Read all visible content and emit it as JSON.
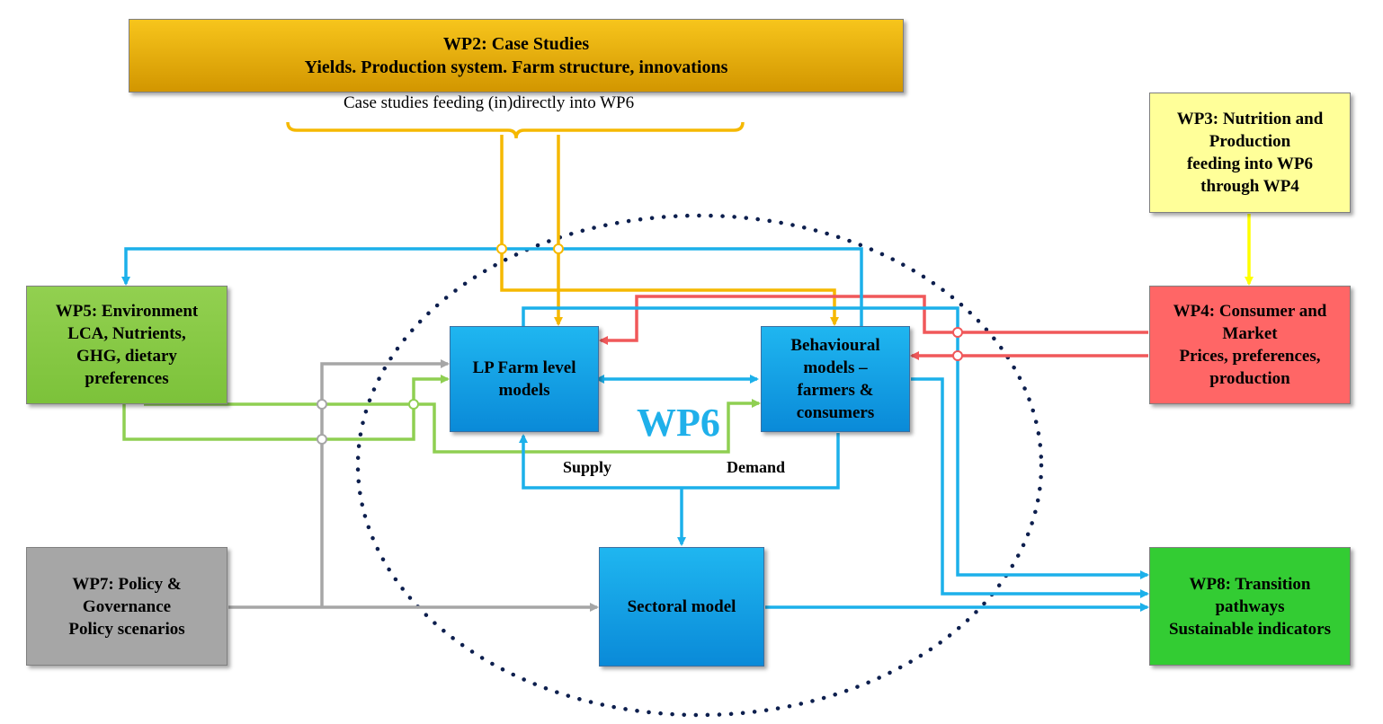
{
  "boxes": {
    "wp2": [
      "WP2: Case Studies",
      "Yields. Production system. Farm structure, innovations"
    ],
    "wp3": [
      "WP3: Nutrition and",
      "Production",
      "feeding into WP6",
      "through WP4"
    ],
    "wp4": [
      "WP4: Consumer and",
      "Market",
      "Prices, preferences,",
      "production"
    ],
    "wp5": [
      "WP5: Environment",
      "LCA, Nutrients,",
      "GHG, dietary",
      "preferences"
    ],
    "wp7": [
      "WP7: Policy &",
      "Governance",
      "Policy scenarios"
    ],
    "wp8": [
      "WP8: Transition",
      "pathways",
      "Sustainable indicators"
    ],
    "lp": [
      "LP Farm level",
      "models"
    ],
    "behavioural": [
      "Behavioural",
      "models –",
      "farmers &",
      "consumers"
    ],
    "sectoral": [
      "Sectoral model"
    ]
  },
  "labels": {
    "caption": "Case studies feeding (in)directly into WP6",
    "wp6": "WP6",
    "supply": "Supply",
    "demand": "Demand"
  },
  "colors": {
    "blue": "#1cb0ea",
    "orange": "#f5b800",
    "red": "#f0585a",
    "green": "#8fcf52",
    "gray": "#a6a6a6",
    "yellow": "#ffff00",
    "dots": "#0d1f4e"
  }
}
